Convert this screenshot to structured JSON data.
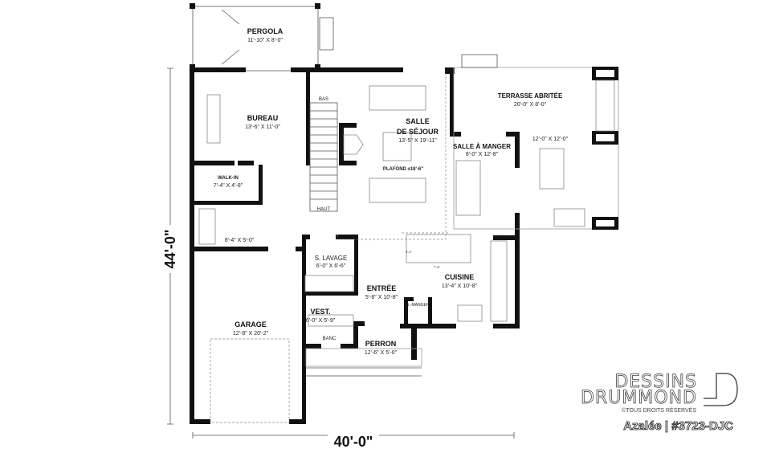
{
  "rooms": {
    "pergola": {
      "name": "PERGOLA",
      "dims": "11'-10\" X 8'-0\""
    },
    "bureau": {
      "name": "BUREAU",
      "dims": "13'-6\" X 11'-0\""
    },
    "walkin": {
      "name": "WALK-IN",
      "dims": "7'-4\" X 4'-8\""
    },
    "bath": {
      "dims": "8'-4\" X 5'-0\""
    },
    "sejour": {
      "name1": "SALLE",
      "name2": "DE SÉJOUR",
      "dims": "13'-5\" X 19'-11\""
    },
    "plafond": "PLAFOND ±18'-6\"",
    "manger": {
      "name": "SALLE À MANGER",
      "dims": "8'-0\" X 12'-8\""
    },
    "terrasse": {
      "name": "TERRASSE ABRITÉE",
      "dims": "20'-0\" X 8'-0\"",
      "dims2": "12'-0\" X 12'-0\""
    },
    "lavage": {
      "name": "S. LAVAGE",
      "dims": "6'-0\" X 6'-6\""
    },
    "entree": {
      "name": "ENTRÉE",
      "dims": "5'-8\" X 10'-8\""
    },
    "cuisine": {
      "name": "CUISINE",
      "dims": "13'-4\" X 10'-8\"",
      "island1": "3'-4\"",
      "island2": "7'-6\""
    },
    "gmanger": {
      "name": "G.-MANGER"
    },
    "vest": {
      "name": "VEST.",
      "dims": "6'-0\" X 5'-9\""
    },
    "banc": {
      "name": "BANC"
    },
    "perron": {
      "name": "PERRON",
      "dims": "12'-6\" X 5'-0\""
    },
    "garage": {
      "name": "GARAGE",
      "dims": "12'-8\" X 20'-2\""
    },
    "stairs_down": "BAS",
    "stairs_up": "HAUT"
  },
  "dimensions": {
    "depth": "44'-0\"",
    "width": "40'-0\""
  },
  "logo": {
    "line1": "DESSINS",
    "line2": "DRUMMOND",
    "rights": "©TOUS DROITS RÉSERVÉS"
  },
  "plan_title": "Azalée | #3723-DJC"
}
